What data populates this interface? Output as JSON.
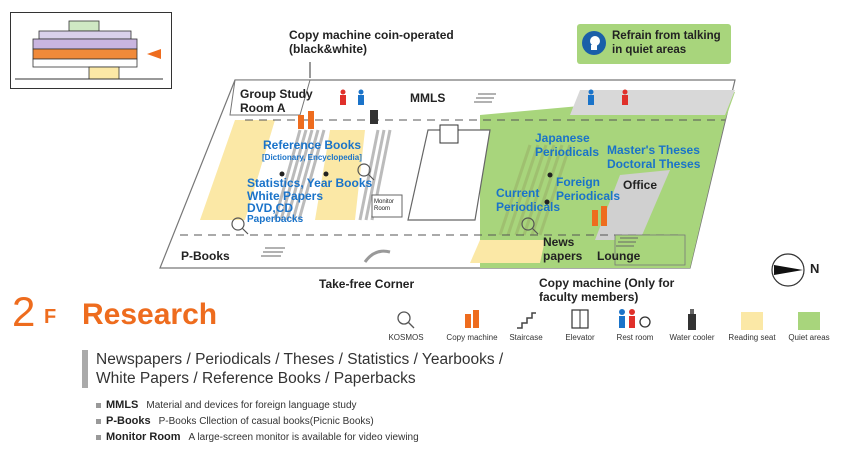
{
  "floor": {
    "number": "2",
    "suffix": "F",
    "title": "Research"
  },
  "callouts": {
    "copy_coin": "Copy machine coin-operated (black&white)",
    "quiet_notice": "Refrain from talking in quiet areas",
    "copy_faculty": "Copy machine (Only for faculty members)",
    "north": "N"
  },
  "rooms": {
    "group_study": "Group Study Room A",
    "mmls": "MMLS",
    "reference": "Reference Books",
    "reference_sub": "[Dictionary, Encyclopedia]",
    "statistics": "Statistics, Year Books",
    "white_papers": "White Papers",
    "dvd": "DVD,CD",
    "paperbacks": "Paperbacks",
    "monitor": "Monitor Room",
    "japanese": "Japanese Periodicals",
    "theses": "Master's Theses Doctoral Theses",
    "office": "Office",
    "current": "Current Periodicals",
    "foreign": "Foreign Periodicals",
    "news": "News papers",
    "lounge": "Lounge",
    "pbooks": "P-Books",
    "take_free": "Take-free Corner"
  },
  "legend": [
    {
      "icon": "magnifier-icon",
      "label": "KOSMOS"
    },
    {
      "icon": "copy-machine-icon",
      "label": "Copy machine",
      "color": "#ee6c1e"
    },
    {
      "icon": "staircase-icon",
      "label": "Staircase"
    },
    {
      "icon": "elevator-icon",
      "label": "Elevator"
    },
    {
      "icon": "restroom-icon",
      "label": "Rest room"
    },
    {
      "icon": "water-cooler-icon",
      "label": "Water cooler"
    },
    {
      "icon": "reading-seat-swatch",
      "label": "Reading seat",
      "color": "#fbe8a6"
    },
    {
      "icon": "quiet-area-swatch",
      "label": "Quiet areas",
      "color": "#a8d57c"
    }
  ],
  "subjects": "Newspapers / Periodicals / Theses / Statistics / Yearbooks / White Papers / Reference Books / Paperbacks",
  "notes": [
    {
      "term": "MMLS",
      "desc": "Material and devices for foreign language study"
    },
    {
      "term": "P-Books",
      "desc": "P-Books Cllection of casual books(Picnic Books)"
    },
    {
      "term": "Monitor Room",
      "desc": "A large-screen monitor is available for video viewing"
    }
  ],
  "colors": {
    "accent": "#ee6c1e",
    "label_blue": "#1a73c9",
    "quiet": "#a8d57c",
    "reading": "#fbe8a6"
  }
}
